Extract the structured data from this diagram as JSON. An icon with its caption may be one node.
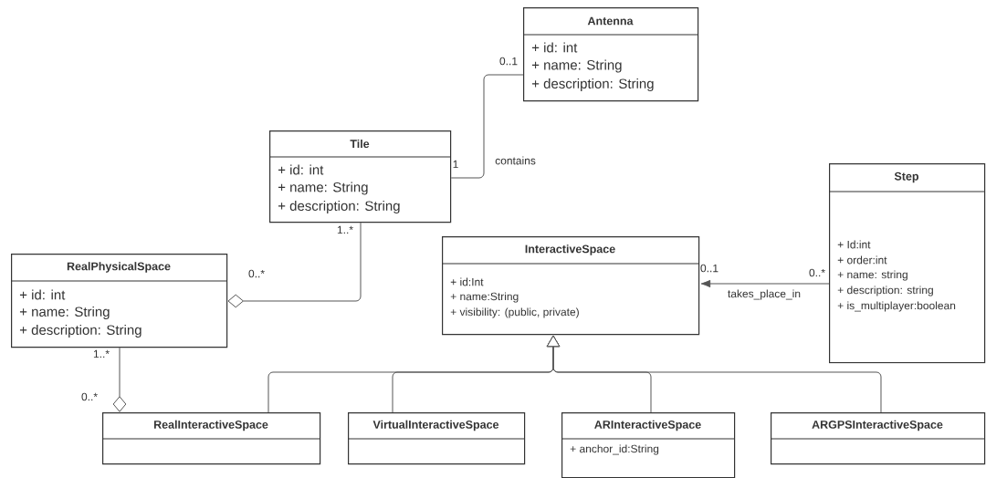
{
  "diagram": {
    "nodes": [
      {
        "text": [
          "Antenna",
          "+ id: int",
          "+ name: String",
          "+ description: String"
        ]
      },
      {
        "text": [
          "Tile",
          "+ id: int",
          "+ name: String",
          "+ description: String"
        ]
      },
      {
        "text": [
          "Step",
          "+ Id:int",
          "+ order:int",
          "+ name: string",
          "+ description: string",
          "+ is_multiplayer:boolean"
        ]
      },
      {
        "text": [
          "InteractiveSpace",
          "+ id:Int",
          "+ name:String",
          "+ visibility: (public, private)"
        ]
      },
      {
        "text": [
          "RealPhysicalSpace",
          "+ id: int",
          "+ name: String",
          "+ description: String"
        ]
      },
      {
        "text": [
          "RealInteractiveSpace"
        ]
      },
      {
        "text": [
          "VirtualInteractiveSpace"
        ]
      },
      {
        "text": [
          "ARInteractiveSpace",
          "+ anchor_id:String"
        ]
      },
      {
        "text": [
          "ARGPSInteractiveSpace"
        ]
      }
    ],
    "edges": [
      {
        "from": 1,
        "to": 0,
        "arrow": "none",
        "label": "contains"
      },
      {
        "from": 1,
        "to": 4,
        "arrow": "other"
      },
      {
        "from": 4,
        "to": 5,
        "arrow": "other"
      },
      {
        "from": 2,
        "to": 3,
        "arrow": "to",
        "label": "takes_place_in"
      },
      {
        "from": 5,
        "to": 3,
        "arrow": "to"
      },
      {
        "from": 6,
        "to": 3,
        "arrow": "to"
      },
      {
        "from": 7,
        "to": 3,
        "arrow": "to"
      },
      {
        "from": 8,
        "to": 3,
        "arrow": "to"
      }
    ],
    "labels": [
      "0..1",
      "1",
      "1..*",
      "0..*",
      "0..1",
      "0..*",
      "1..*",
      "0..*"
    ]
  }
}
